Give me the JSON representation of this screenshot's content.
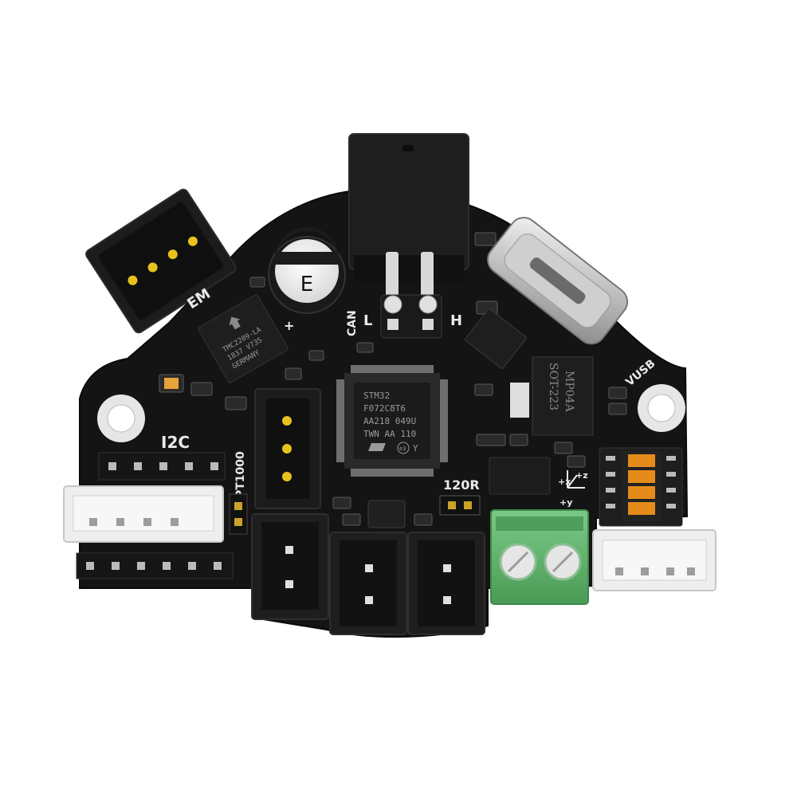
{
  "board": {
    "colors": {
      "pcb": "#141414",
      "connector_black": "#1c1c1c",
      "white_connector": "#eeeeee",
      "terminal_green": "#5fb46a",
      "pin_gold": "#e8c21c",
      "dip_orange": "#e58b1b",
      "silkscreen": "#e9e9e9"
    },
    "silkscreen": {
      "i2c": "I2C",
      "pt1000": "PT1000",
      "can": "CAN",
      "can_low": "L",
      "can_high": "H",
      "r120": "120R",
      "vusb": "VUSB",
      "em": "EM",
      "plus": "+",
      "axis_x": "+x",
      "axis_y": "+y",
      "axis_z": "+z"
    },
    "mcu": {
      "line1": "STM32",
      "line2": "F072C8T6",
      "line3": "AA218 049U",
      "line4": "TWN AA 110",
      "mark": "e3",
      "suffix": "Y"
    },
    "sensor_chip": {
      "line1": "TMC2209-LA",
      "line2": "1837 V735",
      "line3": "GERMANY"
    },
    "regulator": {
      "line1": "SOT-223",
      "line2": "MP04A"
    },
    "buzzer_label": "E",
    "icons": [
      "usb-c-icon",
      "st-logo-icon",
      "mounting-hole-icon"
    ]
  }
}
